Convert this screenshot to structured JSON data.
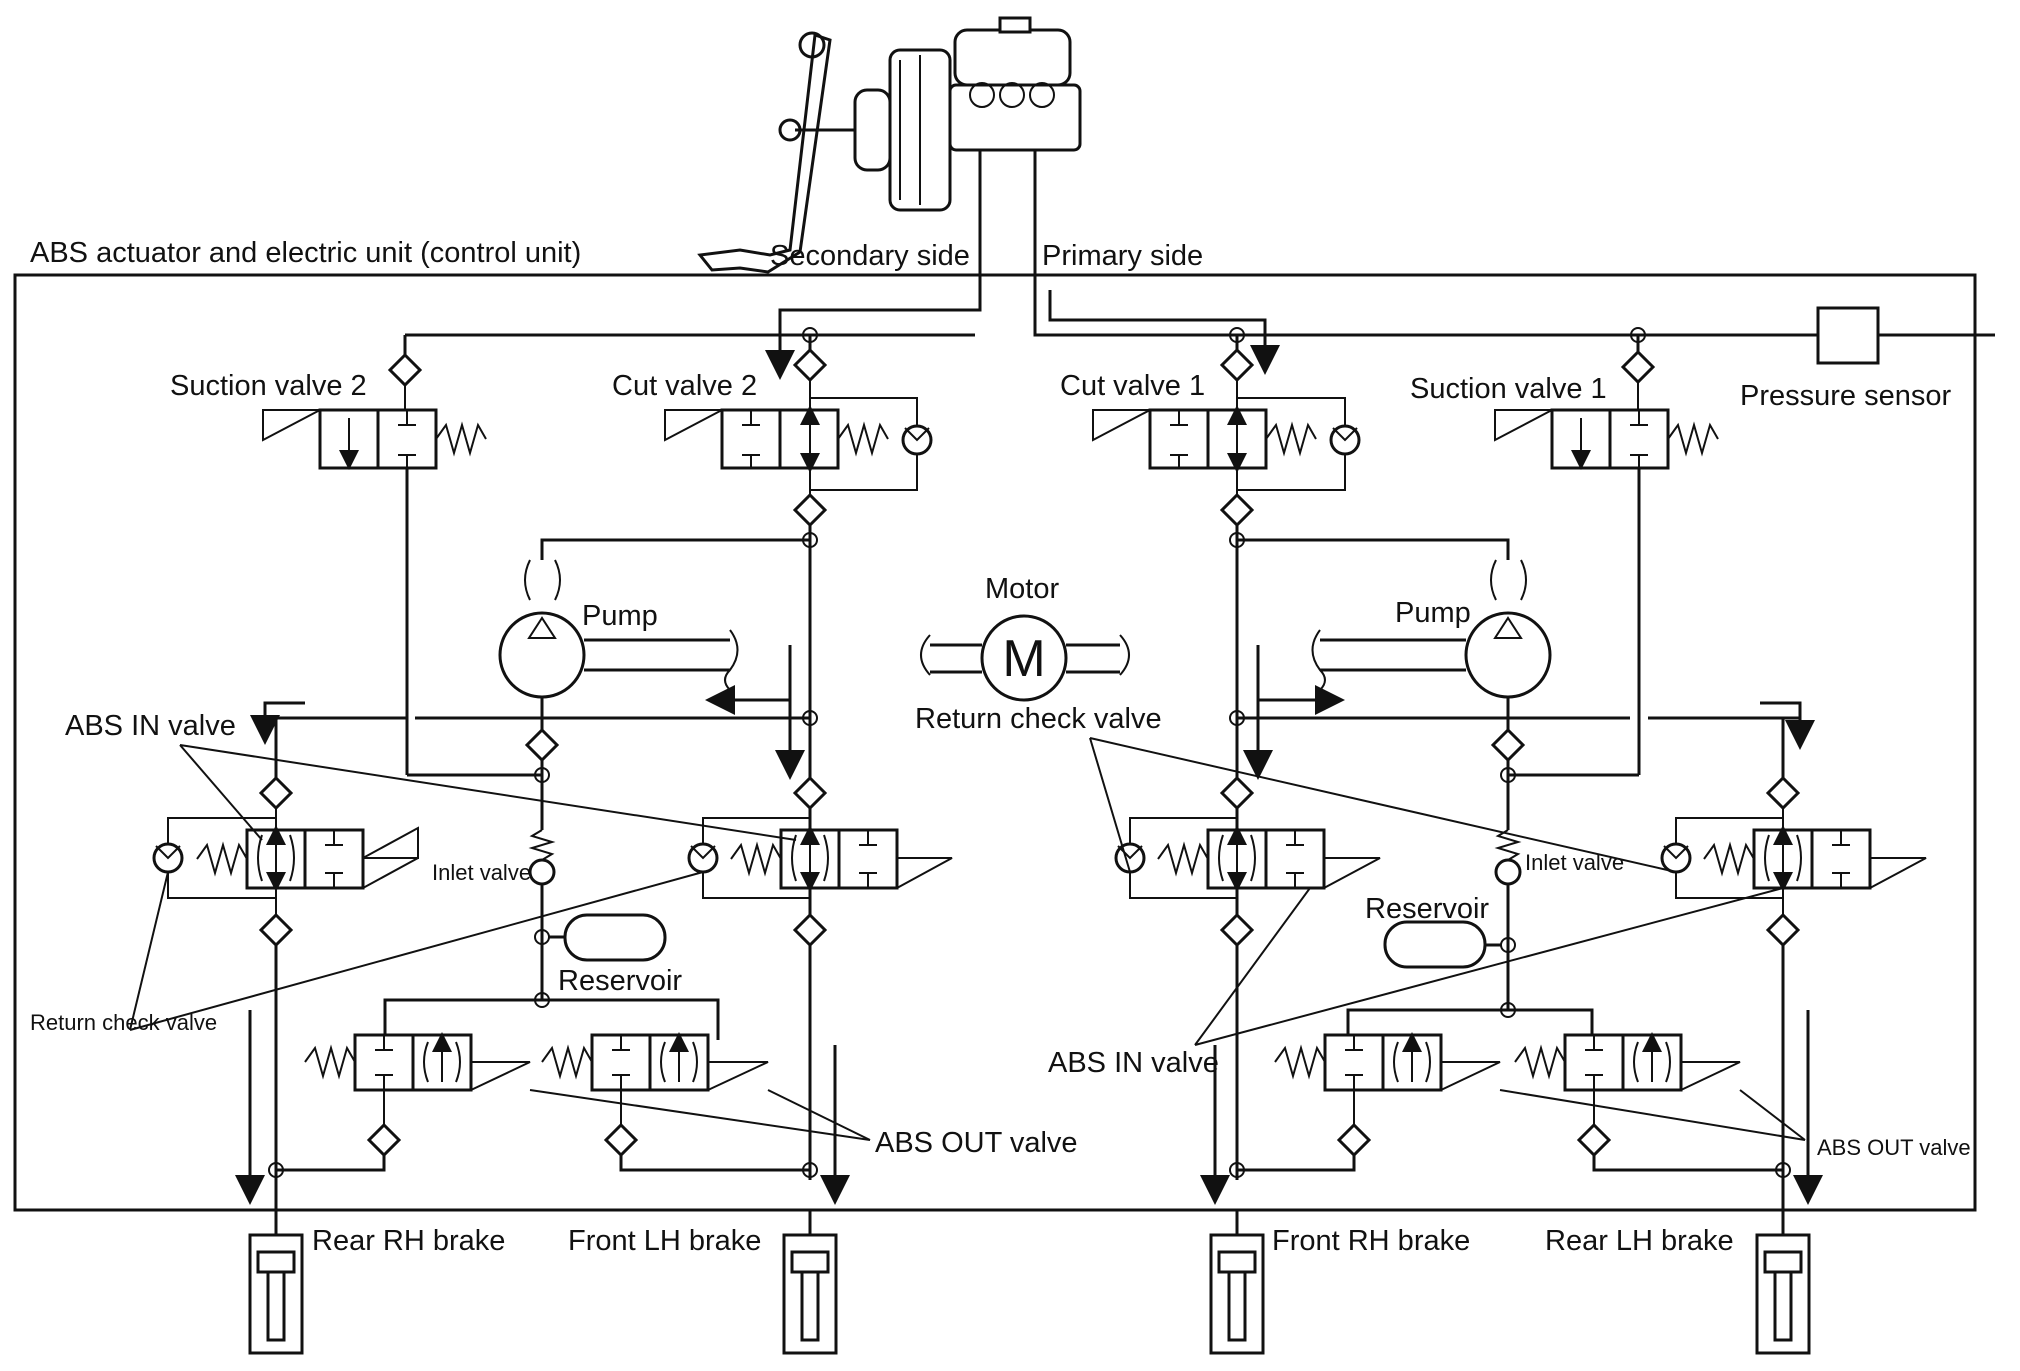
{
  "labels": {
    "unit": "ABS actuator and electric unit (control unit)",
    "secondary_side": "Secondary side",
    "primary_side": "Primary side",
    "suction_valve_2": "Suction valve 2",
    "cut_valve_2": "Cut valve 2",
    "cut_valve_1": "Cut valve 1",
    "suction_valve_1": "Suction valve 1",
    "pressure_sensor": "Pressure sensor",
    "pump_left": "Pump",
    "pump_right": "Pump",
    "motor": "Motor",
    "motor_symbol": "M",
    "return_check_valve_top": "Return check valve",
    "abs_in_valve_left": "ABS IN valve",
    "abs_in_valve_right": "ABS IN valve",
    "inlet_valve_left": "Inlet valve",
    "inlet_valve_right": "Inlet valve",
    "reservoir_left": "Reservoir",
    "reservoir_right": "Reservoir",
    "return_check_valve_left": "Return check valve",
    "abs_out_valve_left": "ABS OUT valve",
    "abs_out_valve_right": "ABS OUT valve",
    "rear_rh_brake": "Rear RH brake",
    "front_lh_brake": "Front LH brake",
    "front_rh_brake": "Front RH brake",
    "rear_lh_brake": "Rear LH brake"
  }
}
